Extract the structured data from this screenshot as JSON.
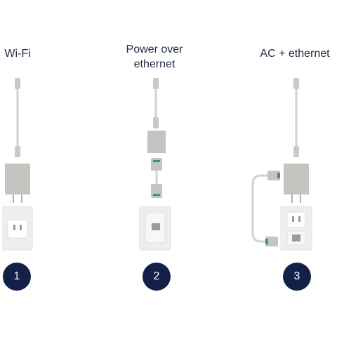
{
  "options": [
    {
      "title": "Wi-Fi",
      "number": "1"
    },
    {
      "title": "Power over\nethernet",
      "number": "2"
    },
    {
      "title": "AC + ethernet",
      "number": "3"
    }
  ],
  "colors": {
    "badge": "#13204a",
    "text": "#1f2a44",
    "device": "#c4c4c1",
    "cable": "#d2d2cf",
    "outlet": "#eeeeee",
    "socket": "#9b9b98"
  }
}
